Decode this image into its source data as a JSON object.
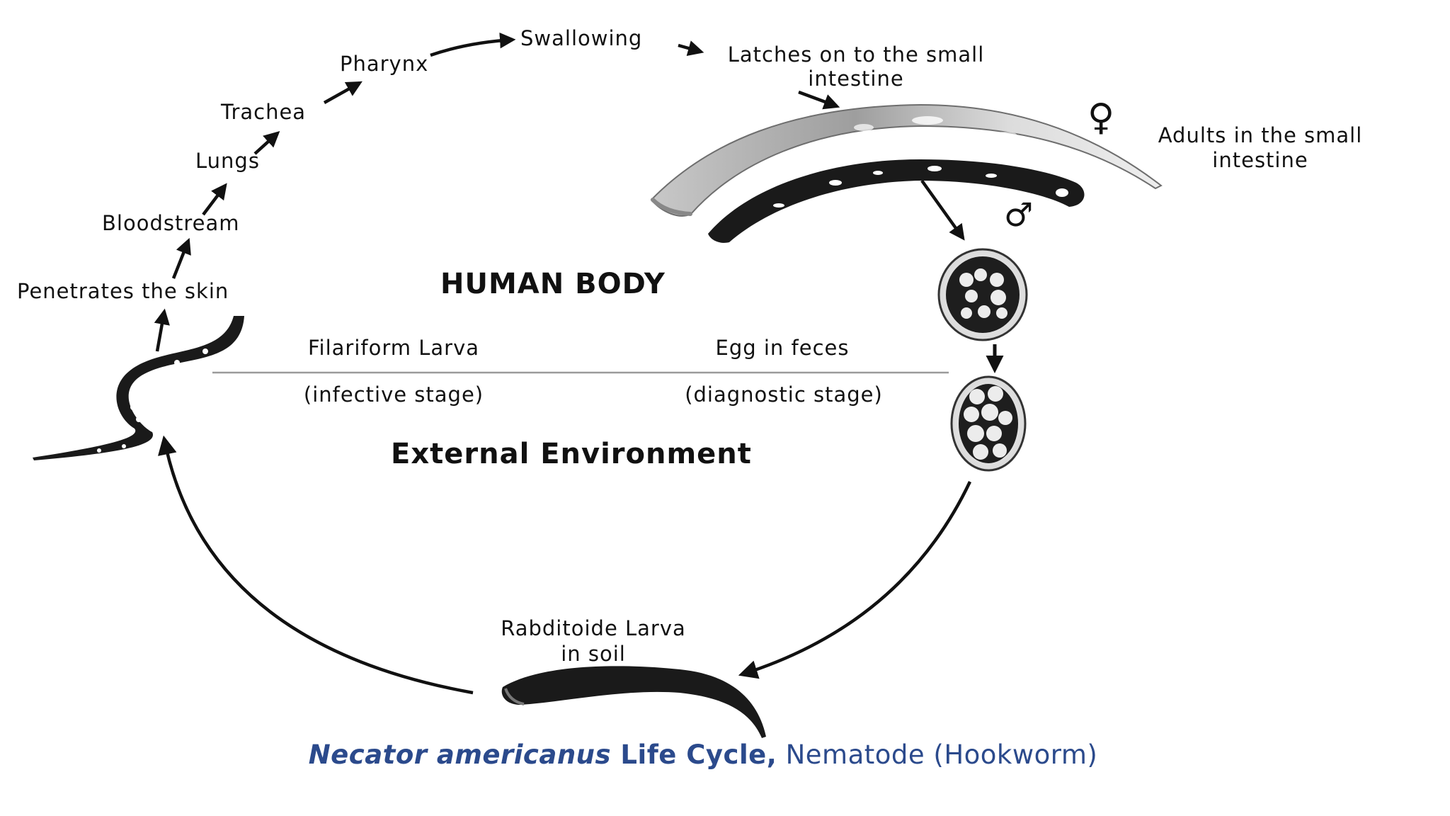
{
  "labels": {
    "penetrates": "Penetrates the skin",
    "bloodstream": "Bloodstream",
    "lungs": "Lungs",
    "trachea": "Trachea",
    "pharynx": "Pharynx",
    "swallowing": "Swallowing",
    "latches_line1": "Latches on to the small",
    "latches_line2": "intestine",
    "adults_line1": "Adults in the small",
    "adults_line2": "intestine",
    "filariform": "Filariform Larva",
    "infective": "(infective stage)",
    "egg": "Egg in feces",
    "diagnostic": "(diagnostic stage)",
    "rabditoide_line1": "Rabditoide Larva",
    "rabditoide_line2": "in soil"
  },
  "headings": {
    "human_body": "HUMAN BODY",
    "external": "External Environment"
  },
  "symbols": {
    "female": "♀",
    "male": "♂"
  },
  "caption": {
    "species": "Necator americanus",
    "life_cycle": " Life Cycle,",
    "rest": " Nematode (Hookworm)"
  },
  "colors": {
    "caption_blue": "#2b4a8c",
    "ink": "#111111",
    "divider": "#9a9a9a"
  }
}
